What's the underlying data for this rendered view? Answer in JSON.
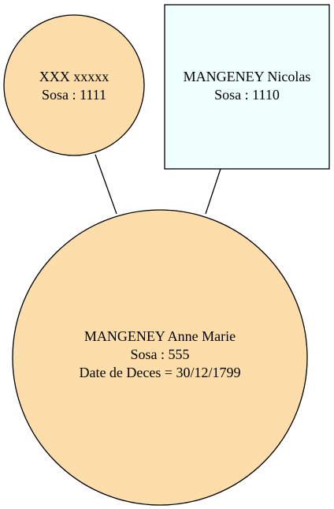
{
  "colors": {
    "female_fill": "#fddeaa",
    "male_fill": "#effffe",
    "stroke": "#000000"
  },
  "nodes": {
    "mother": {
      "name": "XXX xxxxx",
      "sosa": "Sosa : 1111"
    },
    "father": {
      "name": "MANGENEY Nicolas",
      "sosa": "Sosa : 1110"
    },
    "child": {
      "name": "MANGENEY Anne Marie",
      "sosa": "Sosa : 555",
      "death": "Date de Deces = 30/12/1799"
    }
  }
}
